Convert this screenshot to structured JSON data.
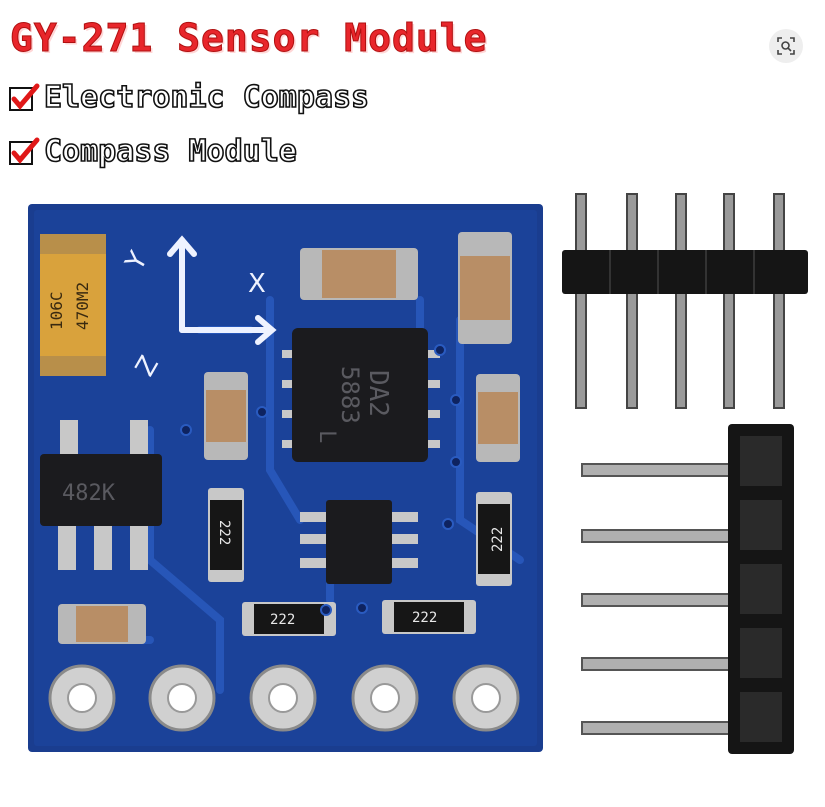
{
  "title": "GY-271 Sensor Module",
  "bullets": [
    "Electronic Compass",
    "Compass Module"
  ],
  "icons": {
    "check": "check-icon",
    "lens": "visual-search-icon"
  },
  "board": {
    "cap_marking": [
      "106C",
      "470M2"
    ],
    "chip_marking": [
      "DA2",
      "5883",
      "L"
    ],
    "regulator_marking": "482K",
    "resistor_marking": "222",
    "axis_labels": [
      "Y",
      "X",
      "Z"
    ]
  },
  "colors": {
    "title": "#e8262b",
    "pcb": "#1a3d8f",
    "check": "#e01818"
  }
}
